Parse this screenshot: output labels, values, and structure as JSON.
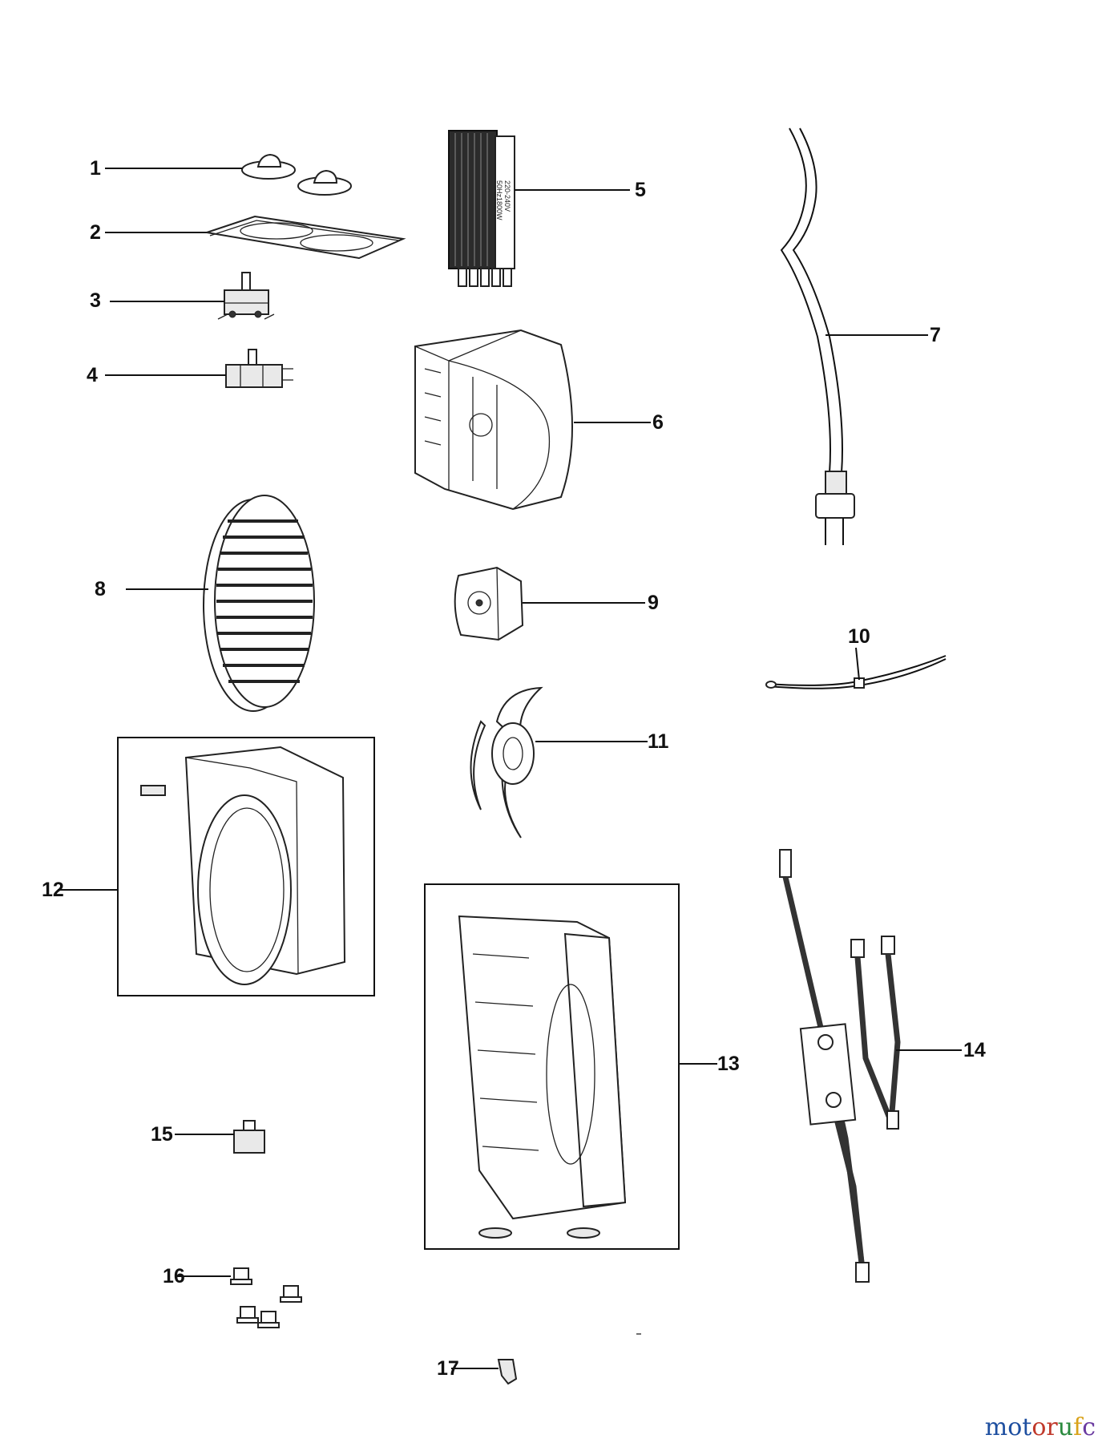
{
  "parts": [
    {
      "id": "1",
      "label": "1"
    },
    {
      "id": "2",
      "label": "2"
    },
    {
      "id": "3",
      "label": "3"
    },
    {
      "id": "4",
      "label": "4"
    },
    {
      "id": "5",
      "label": "5"
    },
    {
      "id": "6",
      "label": "6"
    },
    {
      "id": "7",
      "label": "7"
    },
    {
      "id": "8",
      "label": "8"
    },
    {
      "id": "9",
      "label": "9"
    },
    {
      "id": "10",
      "label": "10"
    },
    {
      "id": "11",
      "label": "11"
    },
    {
      "id": "12",
      "label": "12"
    },
    {
      "id": "13",
      "label": "13"
    },
    {
      "id": "14",
      "label": "14"
    },
    {
      "id": "15",
      "label": "15"
    },
    {
      "id": "16",
      "label": "16"
    },
    {
      "id": "17",
      "label": "17"
    }
  ],
  "heater_label": {
    "line1": "220-240V",
    "line2": "50Hz1800W"
  },
  "watermark": {
    "p1": "mot",
    "p2": "or",
    "p3": "u",
    "p4": "f",
    "p5": "c"
  },
  "colors": {
    "line": "#111111",
    "watermark_blue": "#1e4fa0",
    "watermark_red": "#c0392b",
    "watermark_green": "#2a8a3e",
    "watermark_yellow": "#d9a21a",
    "watermark_purple": "#6a3aa0"
  }
}
